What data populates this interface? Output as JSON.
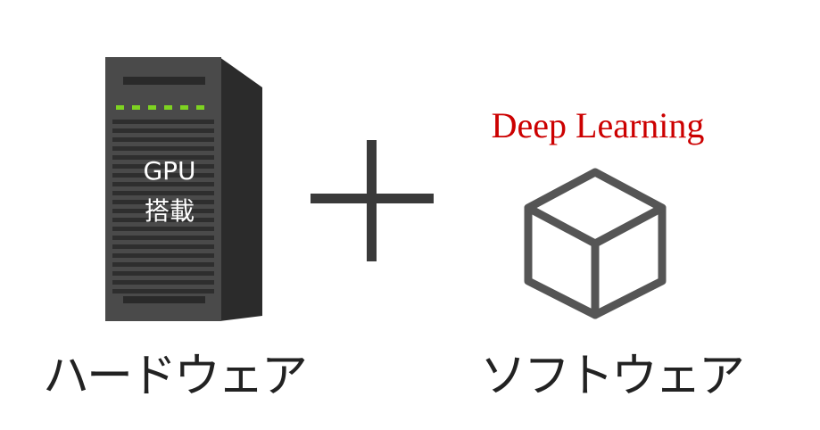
{
  "hardware": {
    "icon": "server-tower-icon",
    "label_line1": "GPU",
    "label_line2": "搭載",
    "caption": "ハードウェア",
    "led_color": "#7ed321",
    "body_color": "#3d3d3d"
  },
  "operator": {
    "icon": "plus-icon"
  },
  "software": {
    "title": "Deep Learning",
    "title_color": "#cc0000",
    "icon": "cube-icon",
    "caption": "ソフトウェア"
  }
}
